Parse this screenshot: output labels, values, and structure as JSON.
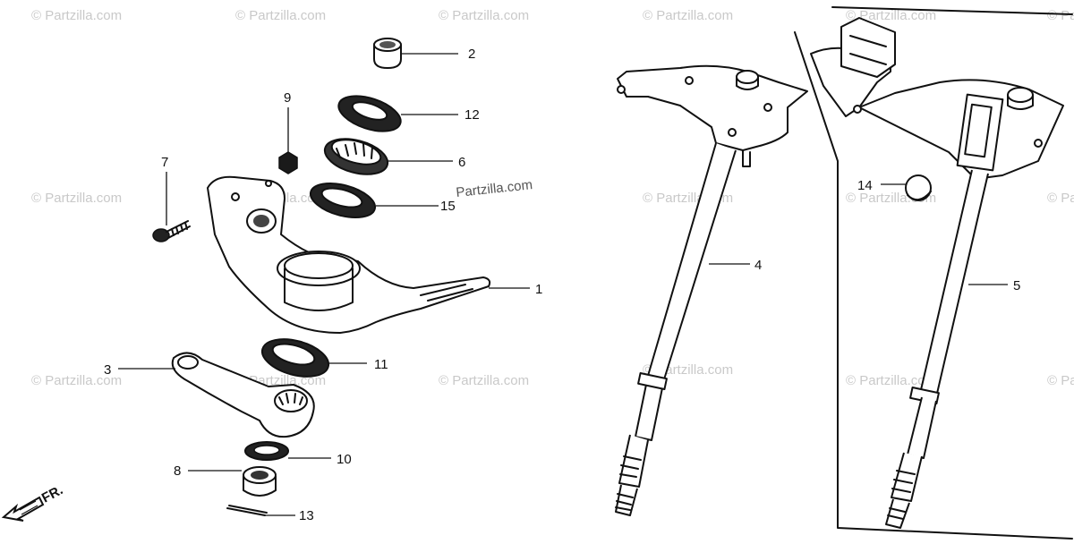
{
  "watermark": {
    "text": "© Partzilla.com",
    "extra_text": "Partzilla.com"
  },
  "callouts": [
    {
      "id": "2",
      "label": "2"
    },
    {
      "id": "12",
      "label": "12"
    },
    {
      "id": "9",
      "label": "9"
    },
    {
      "id": "6",
      "label": "6"
    },
    {
      "id": "7",
      "label": "7"
    },
    {
      "id": "15",
      "label": "15"
    },
    {
      "id": "1",
      "label": "1"
    },
    {
      "id": "11",
      "label": "11"
    },
    {
      "id": "3",
      "label": "3"
    },
    {
      "id": "10",
      "label": "10"
    },
    {
      "id": "8",
      "label": "8"
    },
    {
      "id": "13",
      "label": "13"
    },
    {
      "id": "4",
      "label": "4"
    },
    {
      "id": "14",
      "label": "14"
    },
    {
      "id": "5",
      "label": "5"
    }
  ],
  "direction_marker": {
    "label": "FR."
  }
}
